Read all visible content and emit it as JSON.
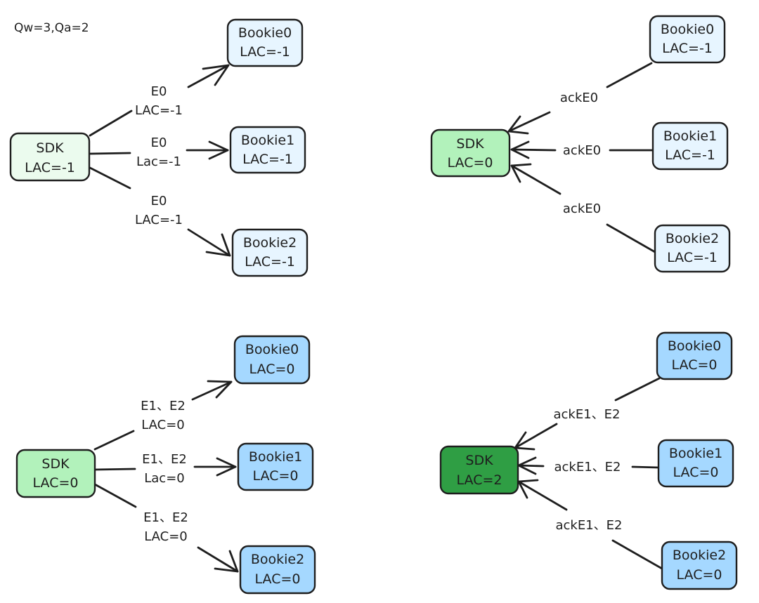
{
  "caption": "Qw=3,Qa=2",
  "colors": {
    "stroke": "#1e1e1e",
    "sdk_light": "#ebfbee",
    "sdk_medium": "#b2f2bb",
    "sdk_dark": "#2f9e44",
    "bookie_light": "#e7f5ff",
    "bookie_medium": "#a5d8ff"
  },
  "panels": {
    "top_left": {
      "sdk": {
        "title": "SDK",
        "lac": "LAC=-1"
      },
      "bookies": [
        {
          "name": "Bookie0",
          "lac": "LAC=-1"
        },
        {
          "name": "Bookie1",
          "lac": "LAC=-1"
        },
        {
          "name": "Bookie2",
          "lac": "LAC=-1"
        }
      ],
      "edges": [
        {
          "line1": "E0",
          "line2": "LAC=-1"
        },
        {
          "line1": "E0",
          "line2": "Lac=-1"
        },
        {
          "line1": "E0",
          "line2": "LAC=-1"
        }
      ]
    },
    "top_right": {
      "sdk": {
        "title": "SDK",
        "lac": "LAC=0"
      },
      "bookies": [
        {
          "name": "Bookie0",
          "lac": "LAC=-1"
        },
        {
          "name": "Bookie1",
          "lac": "LAC=-1"
        },
        {
          "name": "Bookie2",
          "lac": "LAC=-1"
        }
      ],
      "edges": [
        {
          "label": "ackE0"
        },
        {
          "label": "ackE0"
        },
        {
          "label": "ackE0"
        }
      ]
    },
    "bottom_left": {
      "sdk": {
        "title": "SDK",
        "lac": "LAC=0"
      },
      "bookies": [
        {
          "name": "Bookie0",
          "lac": "LAC=0"
        },
        {
          "name": "Bookie1",
          "lac": "LAC=0"
        },
        {
          "name": "Bookie2",
          "lac": "LAC=0"
        }
      ],
      "edges": [
        {
          "line1": "E1、E2",
          "line2": "LAC=0"
        },
        {
          "line1": "E1、E2",
          "line2": "Lac=0"
        },
        {
          "line1": "E1、E2",
          "line2": "LAC=0"
        }
      ]
    },
    "bottom_right": {
      "sdk": {
        "title": "SDK",
        "lac": "LAC=2"
      },
      "bookies": [
        {
          "name": "Bookie0",
          "lac": "LAC=0"
        },
        {
          "name": "Bookie1",
          "lac": "LAC=0"
        },
        {
          "name": "Bookie2",
          "lac": "LAC=0"
        }
      ],
      "edges": [
        {
          "label": "ackE1、E2"
        },
        {
          "label": "ackE1、E2"
        },
        {
          "label": "ackE1、E2"
        }
      ]
    }
  }
}
